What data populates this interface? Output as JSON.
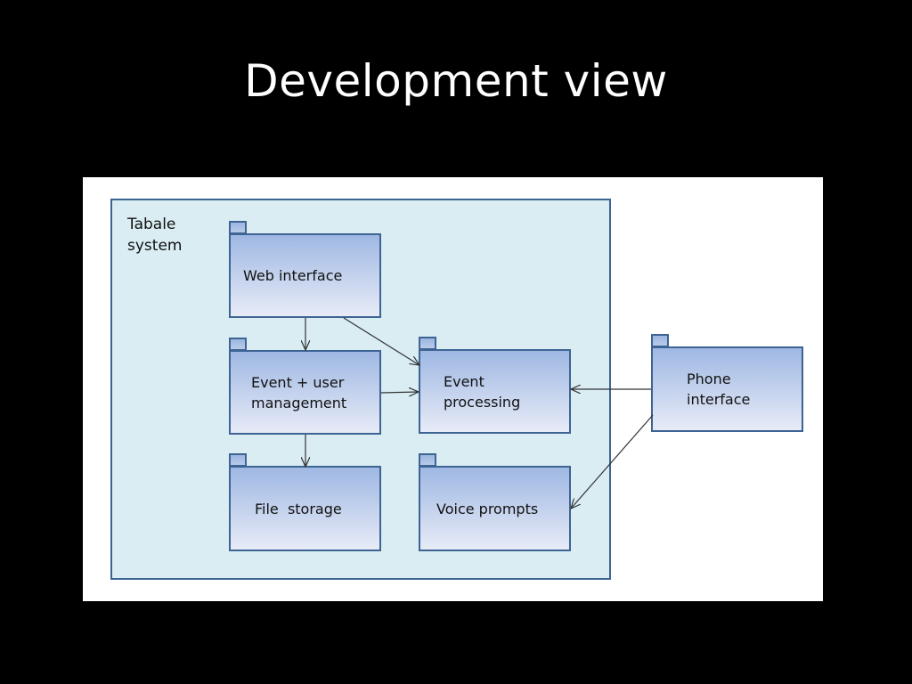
{
  "slide": {
    "title": "Development view"
  },
  "diagram": {
    "system_label": "Tabale\nsystem",
    "packages": {
      "web_interface": "Web interface",
      "event_user_management": "Event + user\nmanagement",
      "file_storage": "File  storage",
      "event_processing": "Event\nprocessing",
      "voice_prompts": "Voice prompts",
      "phone_interface": "Phone\ninterface"
    }
  },
  "colors": {
    "background": "#000000",
    "system_fill": "#d9edf3",
    "border": "#3e6493",
    "package_gradient_top": "#9fb8e3",
    "package_gradient_bottom": "#e7ebf7"
  }
}
